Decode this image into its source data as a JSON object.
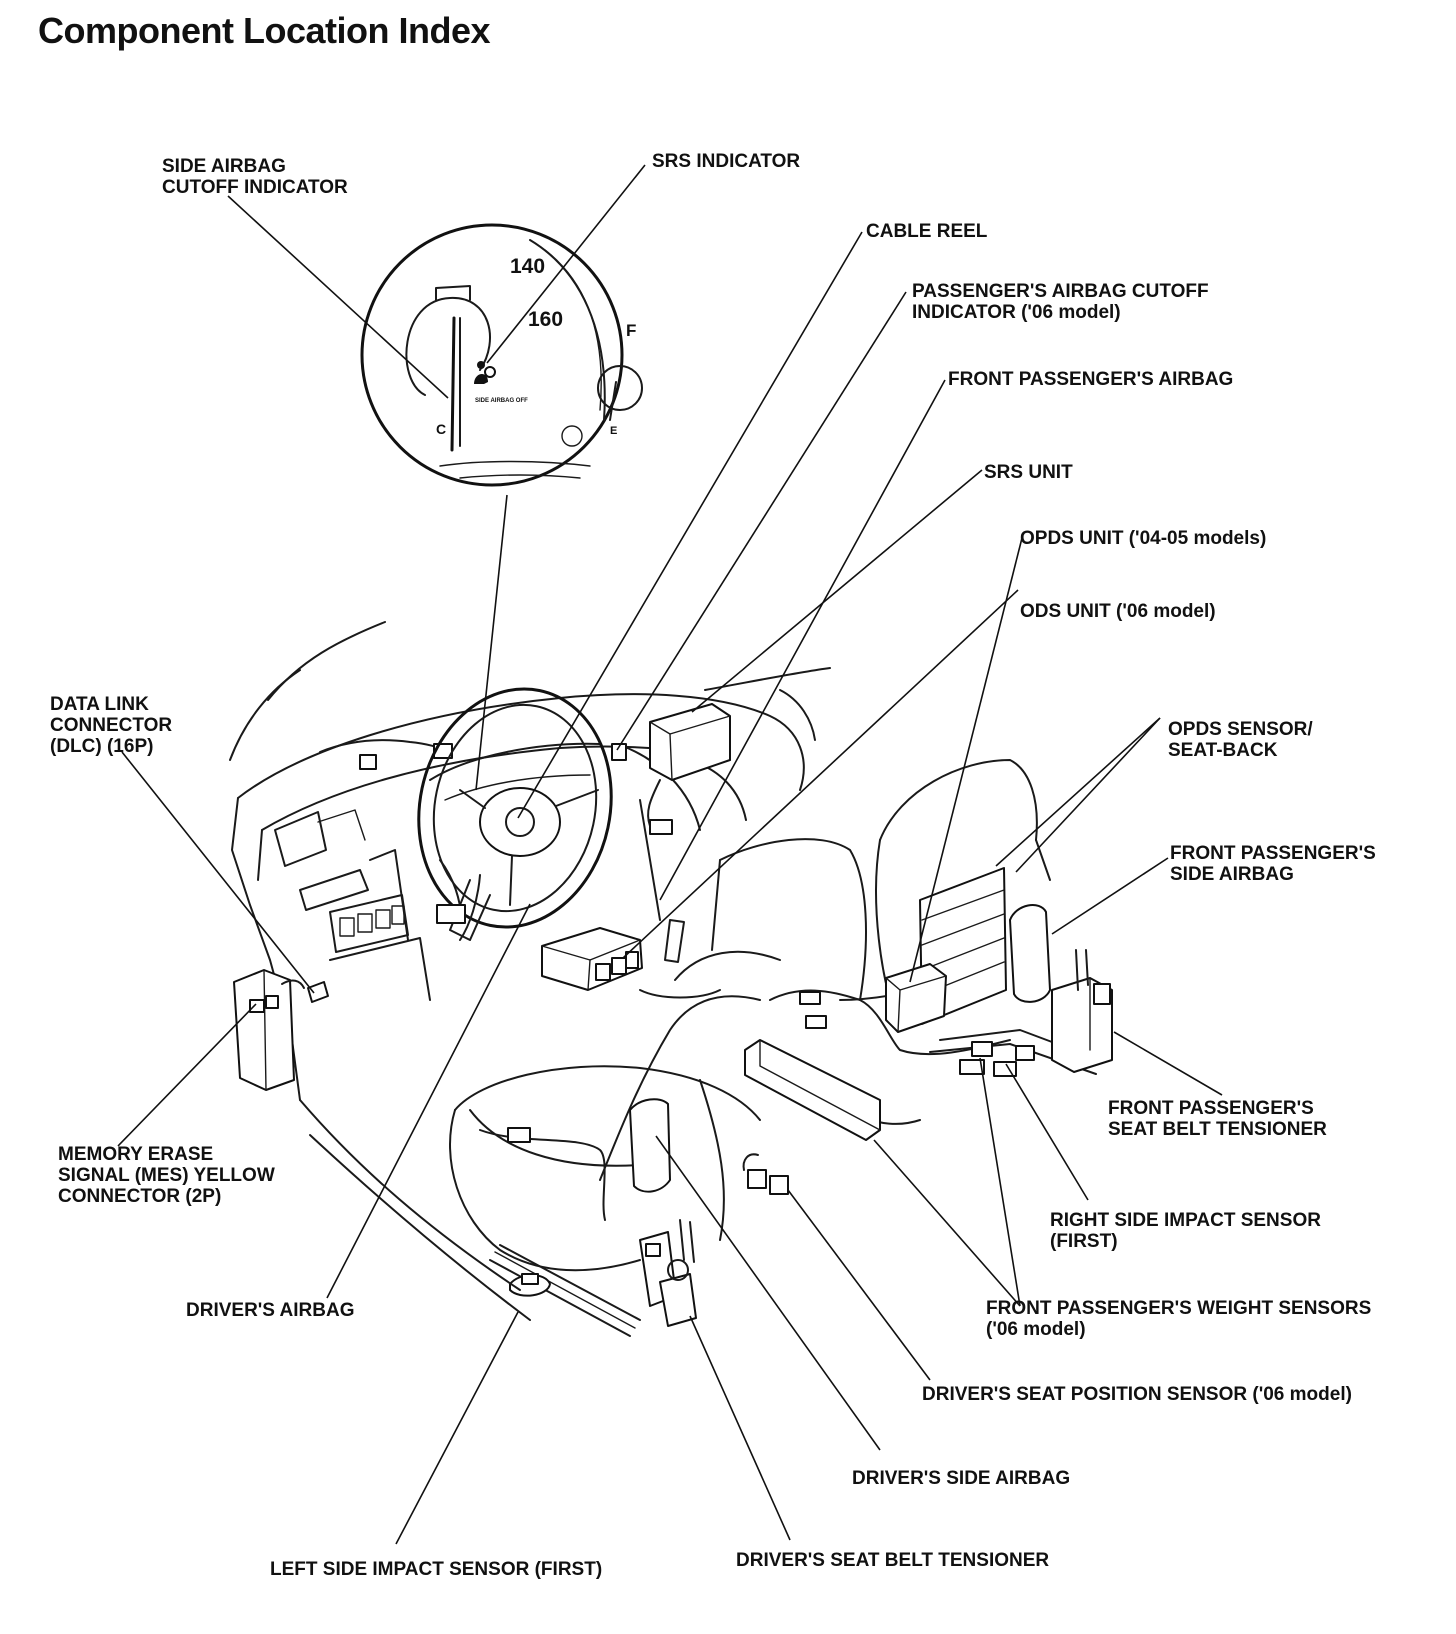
{
  "title": "Component Location Index",
  "gauge": {
    "speed_140": "140",
    "speed_160": "160",
    "fuel_full": "F",
    "fuel_empty": "E",
    "temp_cold": "C",
    "side_airbag_off_text": "SIDE AIRBAG OFF"
  },
  "labels": {
    "side_airbag_cutoff_indicator": [
      "SIDE AIRBAG",
      "CUTOFF INDICATOR"
    ],
    "srs_indicator": [
      "SRS INDICATOR"
    ],
    "cable_reel": [
      "CABLE REEL"
    ],
    "passenger_airbag_cutoff_indicator": [
      "PASSENGER'S AIRBAG CUTOFF",
      "INDICATOR ('06 model)"
    ],
    "front_passenger_airbag": [
      "FRONT PASSENGER'S AIRBAG"
    ],
    "srs_unit": [
      "SRS UNIT"
    ],
    "opds_unit": [
      "OPDS UNIT ('04-05 models)"
    ],
    "ods_unit": [
      "ODS UNIT ('06 model)"
    ],
    "opds_sensor": [
      "OPDS SENSOR/",
      "SEAT-BACK"
    ],
    "front_passenger_side_airbag": [
      "FRONT PASSENGER'S",
      "SIDE AIRBAG"
    ],
    "data_link_connector": [
      "DATA LINK",
      "CONNECTOR",
      "(DLC) (16P)"
    ],
    "front_passenger_seat_belt_tensioner": [
      "FRONT PASSENGER'S",
      "SEAT BELT TENSIONER"
    ],
    "memory_erase_signal_connector": [
      "MEMORY ERASE",
      "SIGNAL (MES) YELLOW",
      "CONNECTOR (2P)"
    ],
    "right_side_impact_sensor": [
      "RIGHT SIDE IMPACT SENSOR",
      "(FIRST)"
    ],
    "drivers_airbag": [
      "DRIVER'S AIRBAG"
    ],
    "front_passenger_weight_sensors": [
      "FRONT PASSENGER'S WEIGHT SENSORS",
      "('06 model)"
    ],
    "drivers_seat_position_sensor": [
      "DRIVER'S SEAT POSITION SENSOR ('06 model)"
    ],
    "drivers_side_airbag": [
      "DRIVER'S SIDE AIRBAG"
    ],
    "left_side_impact_sensor": [
      "LEFT SIDE IMPACT SENSOR (FIRST)"
    ],
    "drivers_seat_belt_tensioner": [
      "DRIVER'S SEAT BELT TENSIONER"
    ]
  }
}
